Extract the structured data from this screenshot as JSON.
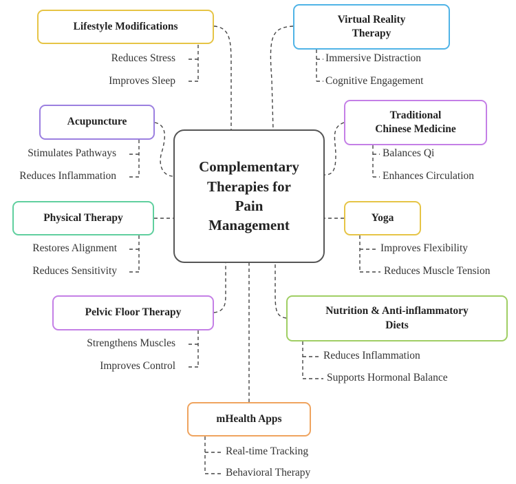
{
  "center": {
    "lines": [
      "Complementary",
      "Therapies for",
      "Pain",
      "Management"
    ]
  },
  "therapies": {
    "lifestyle": {
      "title": "Lifestyle Modifications",
      "color": "#e6c445",
      "items": [
        "Reduces Stress",
        "Improves Sleep"
      ]
    },
    "acupuncture": {
      "title": "Acupuncture",
      "color": "#9b7fe0",
      "items": [
        "Stimulates Pathways",
        "Reduces Inflammation"
      ]
    },
    "physical": {
      "title": "Physical Therapy",
      "color": "#5fcf9e",
      "items": [
        "Restores Alignment",
        "Reduces Sensitivity"
      ]
    },
    "pelvic": {
      "title": "Pelvic Floor Therapy",
      "color": "#c47fe6",
      "items": [
        "Strengthens Muscles",
        "Improves Control"
      ]
    },
    "mhealth": {
      "title": "mHealth Apps",
      "color": "#efa35e",
      "items": [
        "Real-time Tracking",
        "Behavioral Therapy"
      ]
    },
    "vr": {
      "title_lines": [
        "Virtual Reality",
        "Therapy"
      ],
      "color": "#4fb3e6",
      "items": [
        "Immersive Distraction",
        "Cognitive Engagement"
      ]
    },
    "tcm": {
      "title_lines": [
        "Traditional",
        "Chinese Medicine"
      ],
      "color": "#c47fe6",
      "items": [
        "Balances Qi",
        "Enhances Circulation"
      ]
    },
    "yoga": {
      "title": "Yoga",
      "color": "#e6c445",
      "items": [
        "Improves Flexibility",
        "Reduces Muscle Tension"
      ]
    },
    "nutrition": {
      "title_lines": [
        "Nutrition & Anti-inflammatory",
        "Diets"
      ],
      "color": "#9fce63",
      "items": [
        "Reduces Inflammation",
        "Supports Hormonal Balance"
      ]
    }
  }
}
